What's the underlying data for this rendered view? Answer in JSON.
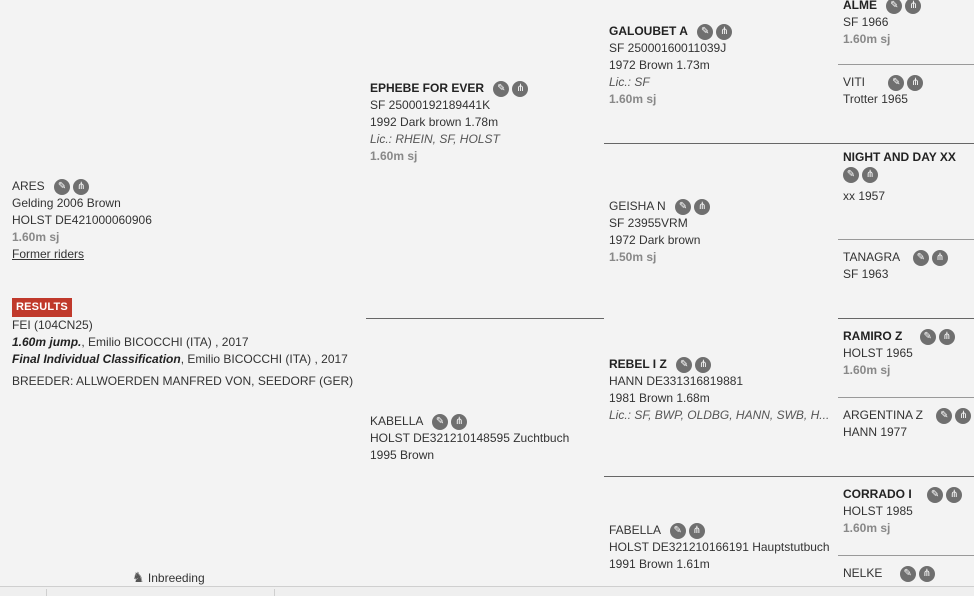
{
  "subject": {
    "name": "ARES",
    "line1": "Gelding 2006 Brown",
    "line2": "HOLST DE421000060906",
    "rating": "1.60m sj",
    "former_riders": "Former riders"
  },
  "results": {
    "badge": "RESULTS",
    "line1": "FEI (104CN25)",
    "line2_bold": "1.60m jump.",
    "line2_rest": ", Emilio BICOCCHI (ITA) , 2017",
    "line3_bold": "Final Individual Classification",
    "line3_rest": ", Emilio BICOCCHI (ITA) , 2017",
    "breeder": "BREEDER: ALLWOERDEN MANFRED VON, SEEDORF (GER)"
  },
  "inbreeding": {
    "label": "Inbreeding"
  },
  "sire": {
    "name": "EPHEBE FOR EVER",
    "line1": "SF 25000192189441K",
    "line2": "1992 Dark brown 1.78m",
    "lic": "Lic.: RHEIN, SF, HOLST",
    "rating": "1.60m sj"
  },
  "dam": {
    "name": "KABELLA",
    "line1": "HOLST DE321210148595 Zuchtbuch",
    "line2": "1995 Brown"
  },
  "ss": {
    "name": "GALOUBET A",
    "line1": "SF 25000160011039J",
    "line2": "1972 Brown 1.73m",
    "lic": "Lic.: SF",
    "rating": "1.60m sj"
  },
  "sd": {
    "name": "GEISHA N",
    "line1": "SF 23955VRM",
    "line2": "1972 Dark brown",
    "rating": "1.50m sj"
  },
  "ds": {
    "name": "REBEL I Z",
    "line1": "HANN DE331316819881",
    "line2": "1981 Brown 1.68m",
    "lic": "Lic.: SF, BWP, OLDBG, HANN, SWB, H..."
  },
  "dd": {
    "name": "FABELLA",
    "line1": "HOLST DE321210166191 Hauptstutbuch",
    "line2": "1991 Brown 1.61m"
  },
  "g4": [
    {
      "name": "ALME",
      "line1": "SF 1966",
      "rating": "1.60m sj"
    },
    {
      "name": "VITI",
      "line1": "Trotter 1965"
    },
    {
      "name": "NIGHT AND DAY XX",
      "line1": "xx 1957"
    },
    {
      "name": "TANAGRA",
      "line1": "SF 1963"
    },
    {
      "name": "RAMIRO Z",
      "line1": "HOLST 1965",
      "rating": "1.60m sj"
    },
    {
      "name": "ARGENTINA Z",
      "line1": "HANN 1977"
    },
    {
      "name": "CORRADO I",
      "line1": "HOLST 1985",
      "rating": "1.60m sj"
    },
    {
      "name": "NELKE"
    }
  ],
  "icons": {
    "edit": "pencil-icon",
    "pedigree": "pedigree-tree-icon",
    "horse": "horse-icon"
  }
}
